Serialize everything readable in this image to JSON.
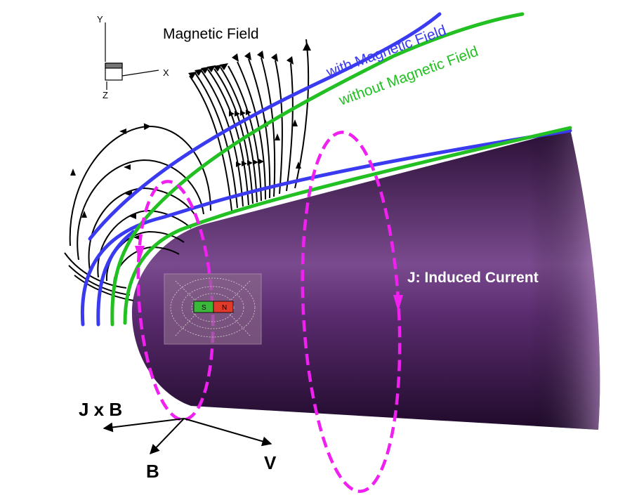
{
  "labels": {
    "magnetic_field": "Magnetic Field",
    "with_field": "with Magnetic Field",
    "without_field": "without  Magnetic Field",
    "induced_current": "J: Induced Current",
    "jxb": "J x B",
    "b": "B",
    "v": "V",
    "axis_x": "X",
    "axis_y": "Y",
    "axis_z": "Z",
    "magnet_s": "S",
    "magnet_n": "N"
  },
  "colors": {
    "body_dark": "#2a0f36",
    "body_mid": "#5a2b6e",
    "body_light": "#8a5a9c",
    "with_field_curve": "#3a3af0",
    "without_field_curve": "#22c022",
    "induced_current_loop": "#f020f0",
    "field_lines": "#000000",
    "magnet_south": "#3ab83a",
    "magnet_north": "#e03a2a"
  },
  "icons": {
    "magnet": "bar-magnet-icon",
    "axes": "coordinate-axes-icon"
  }
}
